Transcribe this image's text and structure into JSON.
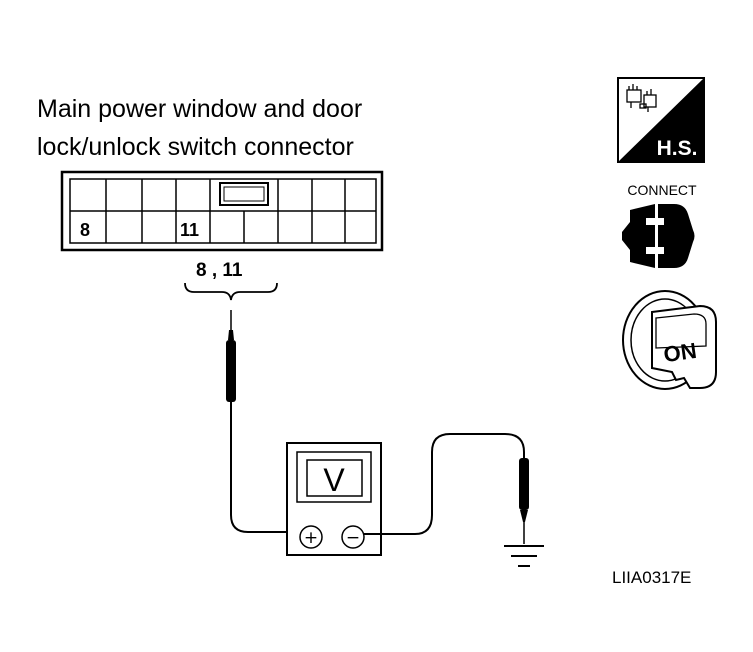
{
  "title_line1": "Main power window and door",
  "title_line2": "lock/unlock switch connector",
  "connector": {
    "pin_left": "8",
    "pin_right": "11",
    "probe_label": "8 , 11"
  },
  "meter": {
    "display": "V",
    "plus_symbol": "+",
    "minus_symbol": "−"
  },
  "icons": {
    "hs": {
      "name": "harness-side-icon",
      "label": "H.S."
    },
    "connect": {
      "name": "connect-icon",
      "label": "CONNECT"
    },
    "ignition": {
      "name": "ignition-on-icon",
      "label": "ON"
    }
  },
  "figure_code": "LIIA0317E"
}
